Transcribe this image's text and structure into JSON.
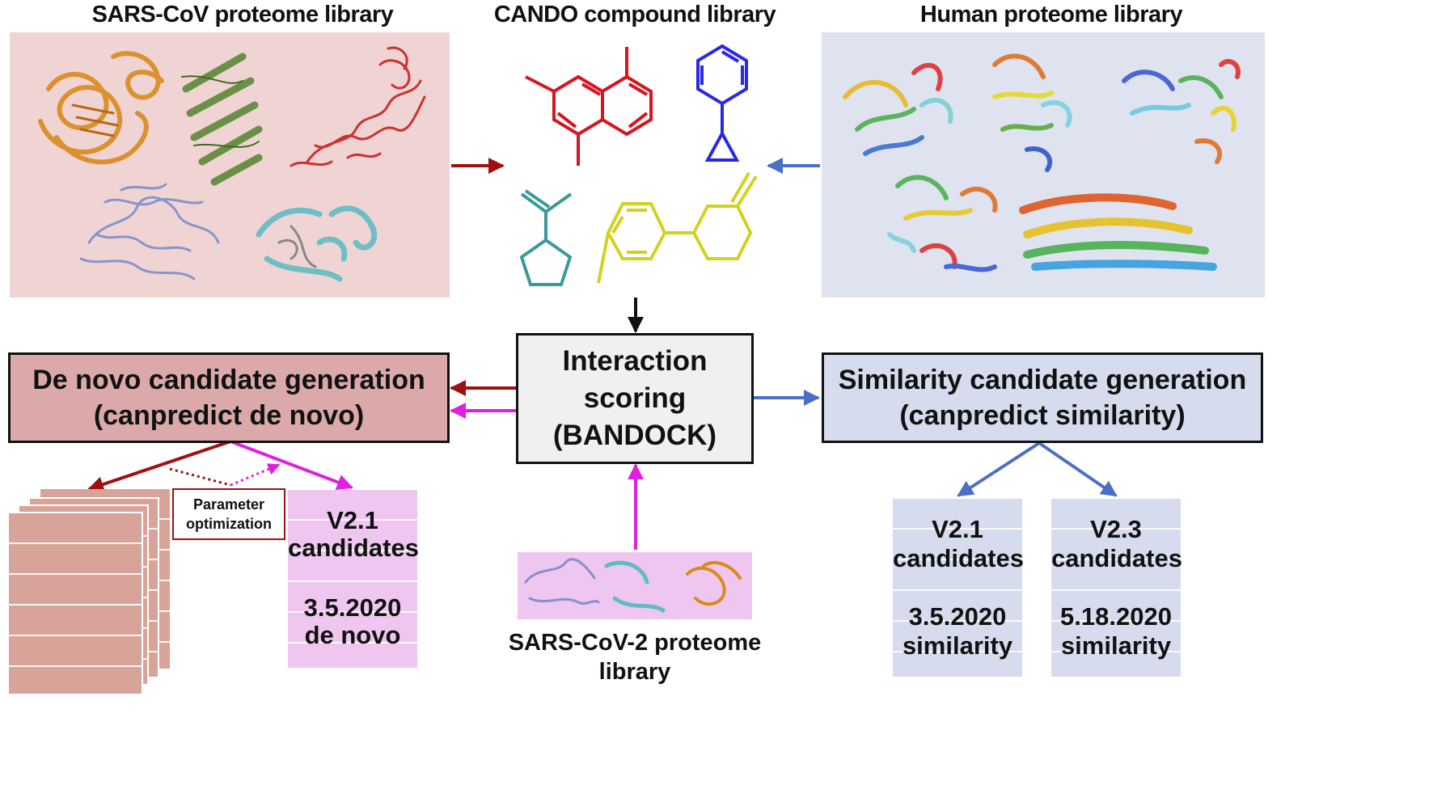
{
  "libraries": {
    "sars_cov": "SARS-CoV proteome library",
    "cando": "CANDO compound library",
    "human": "Human proteome library",
    "sars_cov2_line1": "SARS-CoV-2 proteome",
    "sars_cov2_line2": "library"
  },
  "boxes": {
    "interaction_line1": "Interaction",
    "interaction_line2": "scoring",
    "interaction_line3": "(BANDOCK)",
    "denovo_line1": "De novo candidate generation",
    "denovo_line2": "(canpredict de novo)",
    "similarity_line1": "Similarity candidate generation",
    "similarity_line2": "(canpredict similarity)",
    "param_line1": "Parameter",
    "param_line2": "optimization"
  },
  "candidates": {
    "denovo_v21": {
      "version": "V2.1",
      "label": "candidates",
      "date": "3.5.2020",
      "kind": "de novo"
    },
    "sim_v21": {
      "version": "V2.1",
      "label": "candidates",
      "date": "3.5.2020",
      "kind": "similarity"
    },
    "sim_v23": {
      "version": "V2.3",
      "label": "candidates",
      "date": "5.18.2020",
      "kind": "similarity"
    }
  },
  "colors": {
    "sars_panel": "#f0d4d4",
    "human_panel": "#dfe3f0",
    "denovo_box": "#dba9a9",
    "similarity_box": "#d6dbee",
    "dark_red_arrow": "#a01010",
    "magenta_arrow": "#e020e0",
    "blue_arrow": "#4a6fc4",
    "compound_red": "#d8141e",
    "compound_blue": "#2828e6",
    "compound_teal": "#3a9a9a",
    "compound_yellow": "#d2d21e"
  }
}
